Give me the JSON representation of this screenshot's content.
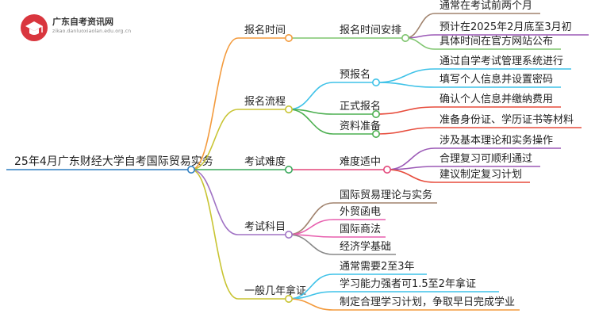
{
  "logo": {
    "title": "广东自考资讯网",
    "subtitle": "zikao.danluoxiaolan.edu.org.cn",
    "icon": "graduation-cap-icon",
    "color": "#d9363e"
  },
  "mindmap": {
    "root": "25年4月广东财经大学自考国际贸易实务",
    "root_color": "#2f7fc1",
    "branches": [
      {
        "label": "报名时间",
        "color": "#f39a3c",
        "children": [
          {
            "label": "报名时间安排",
            "color": "#7fc56f",
            "leaves": [
              {
                "label": "通常在考试前两个月",
                "color": "#a0826d"
              },
              {
                "label": "预计在2025年2月底至3月初",
                "color": "#9b59b6"
              },
              {
                "label": "具体时间在官方网站公布",
                "color": "#7fc56f"
              }
            ]
          }
        ]
      },
      {
        "label": "报名流程",
        "color": "#c8c432",
        "children": [
          {
            "label": "预报名",
            "color": "#3fc2e8",
            "leaves": [
              {
                "label": "通过自学考试管理系统进行",
                "color": "#3fc2e8"
              },
              {
                "label": "填写个人信息并设置密码",
                "color": "#3fc2e8"
              }
            ]
          },
          {
            "label": "正式报名",
            "color": "#4caf50",
            "leaves": [
              {
                "label": "确认个人信息并缴纳费用",
                "color": "#e74c3c"
              }
            ]
          },
          {
            "label": "资料准备",
            "color": "#4caf50",
            "leaves": [
              {
                "label": "准备身份证、学历证书等材料",
                "color": "#e74c3c"
              }
            ]
          }
        ]
      },
      {
        "label": "考试难度",
        "color": "#3aa85c",
        "children": [
          {
            "label": "难度适中",
            "color": "#e3477a",
            "leaves": [
              {
                "label": "涉及基本理论和实务操作",
                "color": "#9b59b6"
              },
              {
                "label": "合理复习可顺利通过",
                "color": "#9b59b6"
              },
              {
                "label": "建议制定复习计划",
                "color": "#e74c3c"
              }
            ]
          }
        ]
      },
      {
        "label": "考试科目",
        "color": "#a072c4",
        "children": [
          {
            "label": "国际贸易理论与实务",
            "color": "#a0826d",
            "leaves": []
          },
          {
            "label": "外贸函电",
            "color": "#e75fae",
            "leaves": []
          },
          {
            "label": "国际商法",
            "color": "#e75fae",
            "leaves": []
          },
          {
            "label": "经济学基础",
            "color": "#888888",
            "leaves": []
          }
        ]
      },
      {
        "label": "一般几年拿证",
        "color": "#c8c432",
        "children": [
          {
            "label": "通常需要2至3年",
            "color": "#3fc2e8",
            "leaves": []
          },
          {
            "label": "学习能力强者可1.5至2年拿证",
            "color": "#3fc2e8",
            "leaves": []
          },
          {
            "label": "制定合理学习计划，争取早日完成学业",
            "color": "#f39a3c",
            "leaves": []
          }
        ]
      }
    ]
  }
}
